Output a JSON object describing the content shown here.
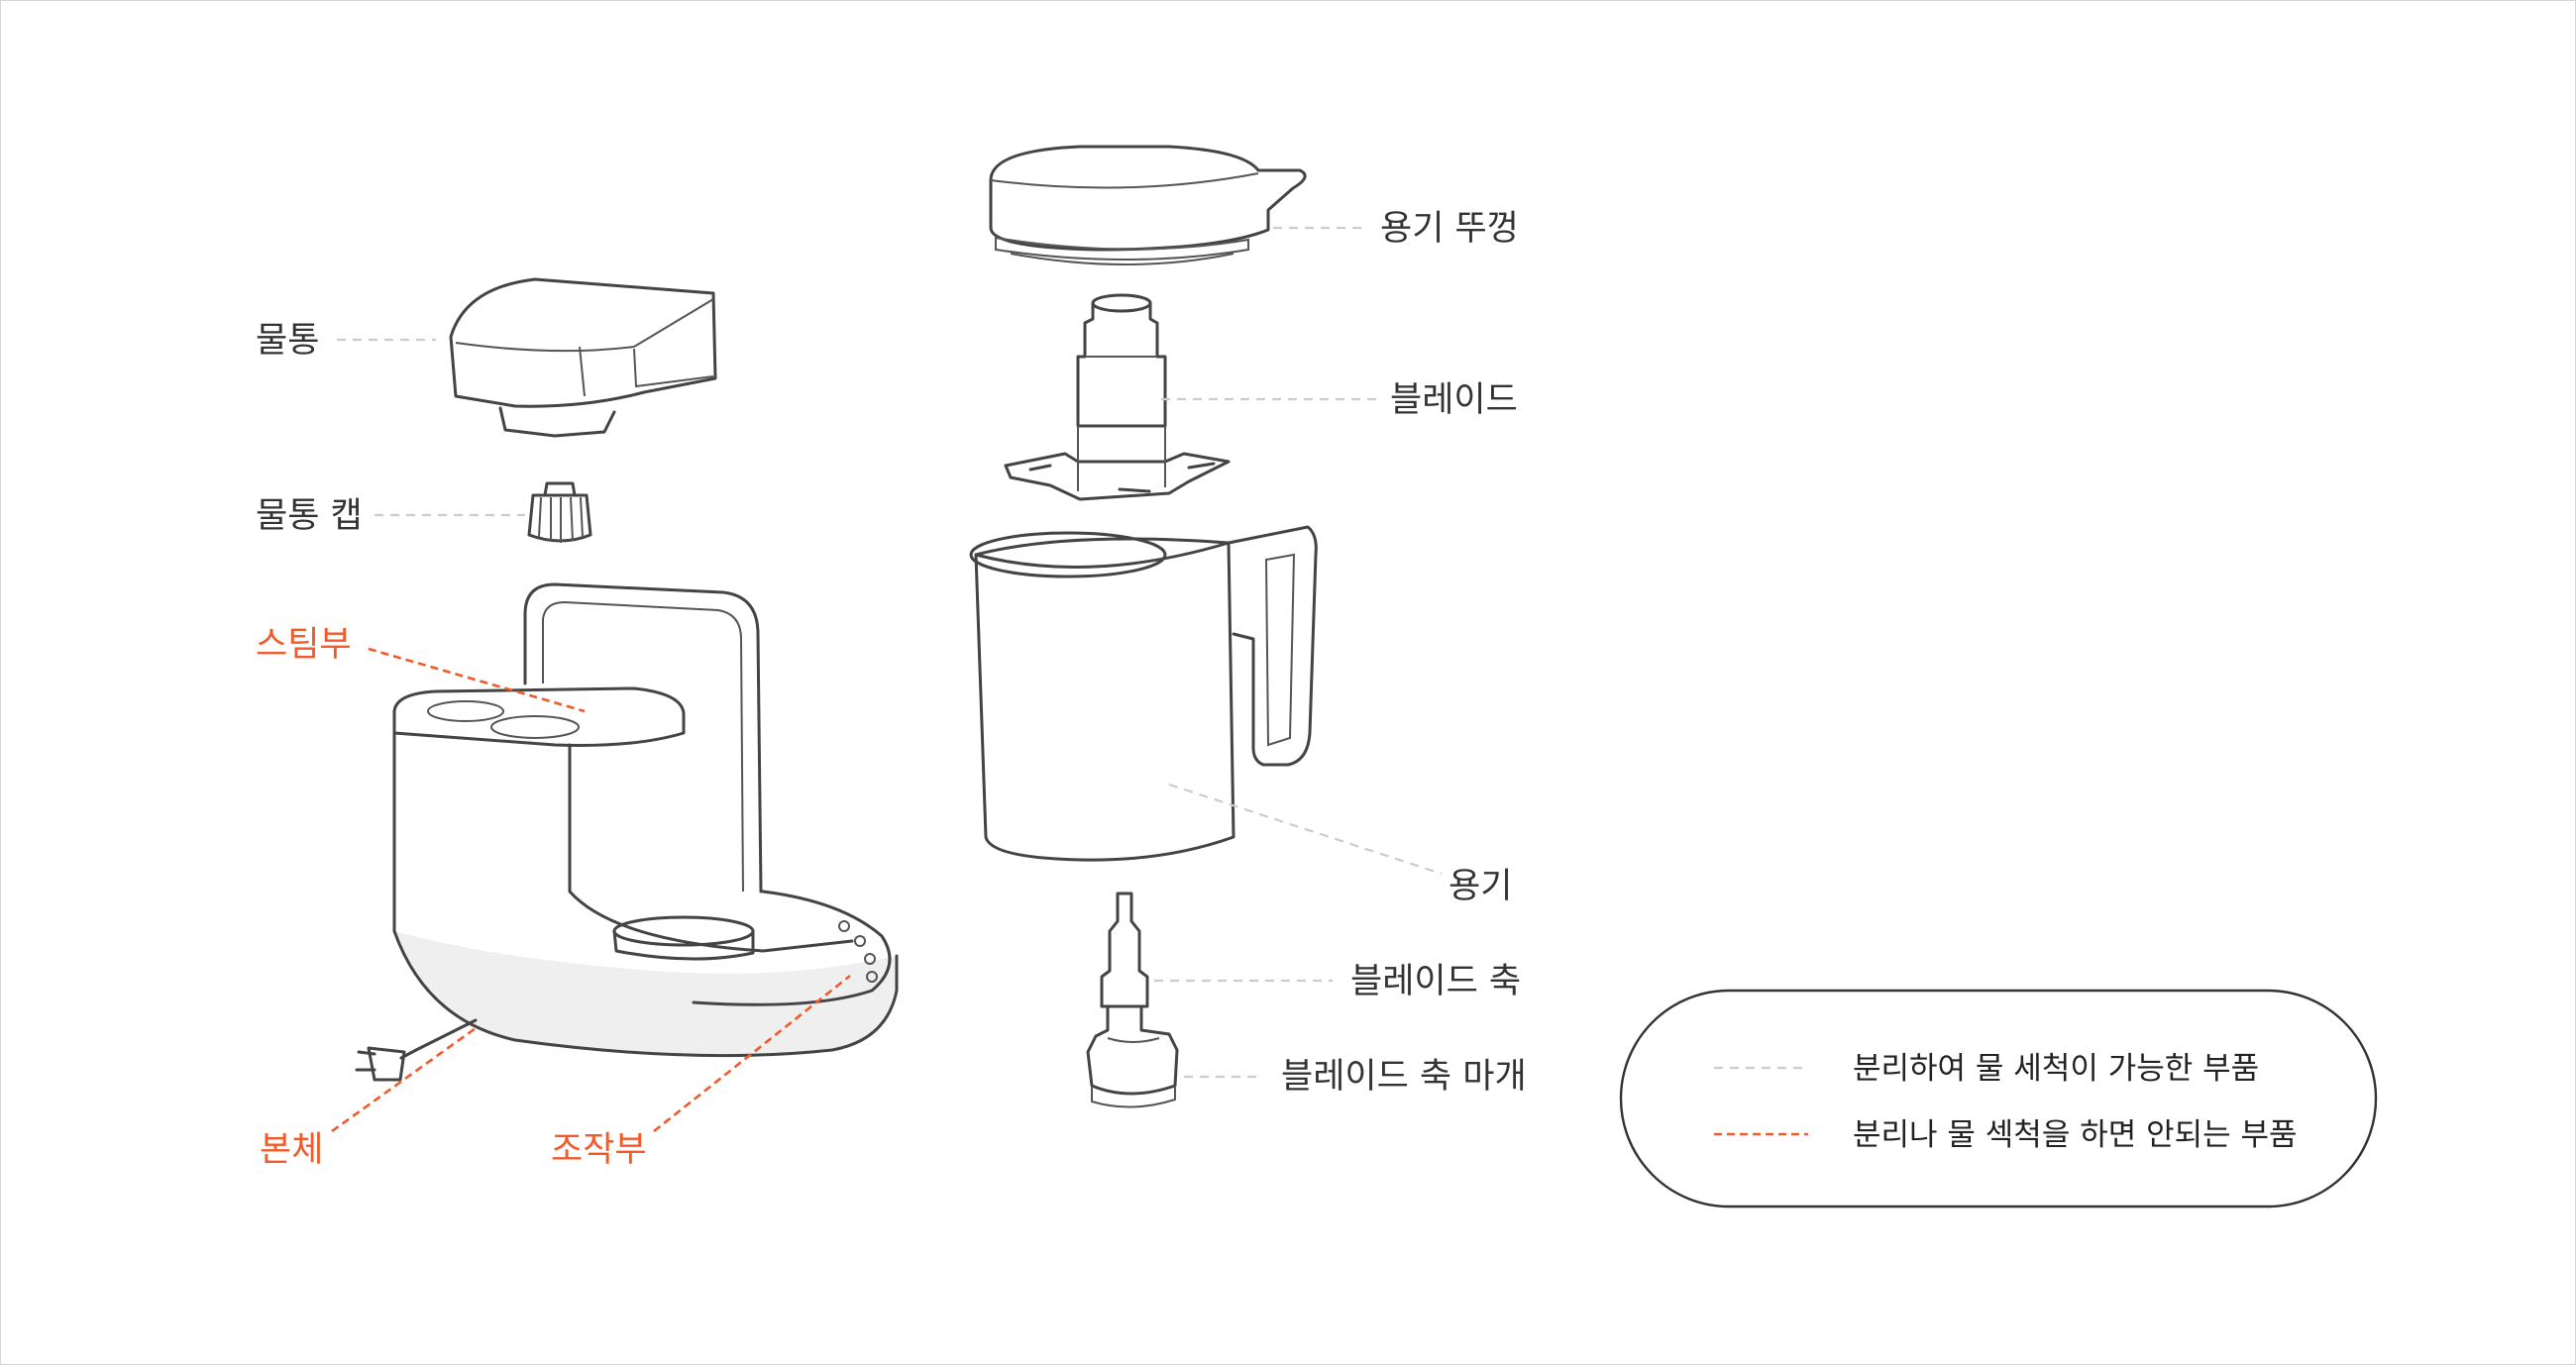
{
  "parts": {
    "lid": "용기 뚜껑",
    "blade": "블레이드",
    "container": "용기",
    "blade_shaft": "블레이드 축",
    "shaft_cap": "블레이드 축 마개",
    "water_tank": "물통",
    "tank_cap": "물통 캡",
    "steam_unit": "스팀부",
    "body": "본체",
    "control_panel": "조작부"
  },
  "legend": {
    "washable": "분리하여 물 세척이 가능한 부품",
    "not_washable": "분리나 물 섹척을 하면 안되는 부품"
  },
  "colors": {
    "washable_line": "#c9ccd1",
    "warning": "#f15a2a",
    "text": "#333333",
    "base_fill": "#efefef"
  }
}
